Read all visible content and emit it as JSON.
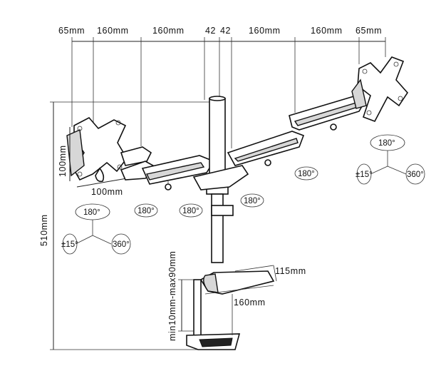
{
  "dimensions_top": [
    "65mm",
    "160mm",
    "160mm",
    "42",
    "42",
    "160mm",
    "160mm",
    "65mm"
  ],
  "vesa": {
    "height": "100mm",
    "width": "100mm"
  },
  "total_height": "510mm",
  "desk_thickness": "min10mm-max90mm",
  "clamp_depth": "115mm",
  "clamp_width": "160mm",
  "rotation_labels": {
    "arm_joint_1": "180°",
    "arm_joint_2": "180°",
    "arm_joint_3": "180°",
    "arm_joint_4": "180°",
    "left_head_swivel": "180°",
    "left_head_tilt": "±15°",
    "left_head_rotate": "360°",
    "right_head_swivel": "180°",
    "right_head_tilt": "±15°",
    "right_head_rotate": "360°"
  }
}
